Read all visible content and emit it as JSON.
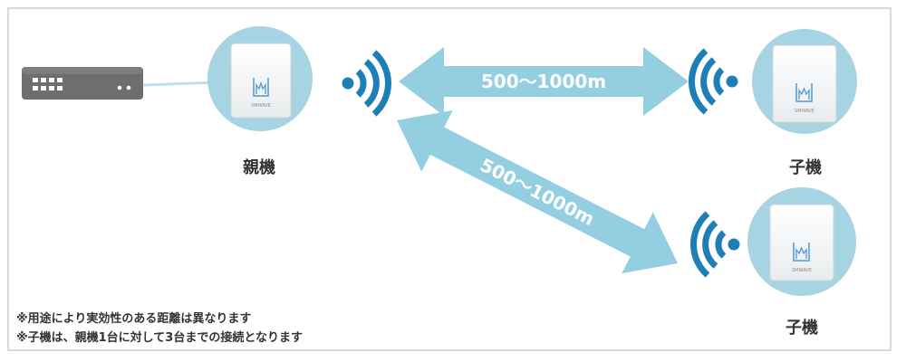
{
  "labels": {
    "parent": "親機",
    "child_top": "子機",
    "child_bottom": "子機"
  },
  "links": {
    "top_distance": "500～1000m",
    "diagonal_distance": "500～1000m"
  },
  "notes": [
    "※用途により実効性のある距離は異なります",
    "※子機は、親機1台に対して3台までの接続となります"
  ],
  "device_brand": "SMWAVE",
  "colors": {
    "circle": "#a6d4e3",
    "arrow": "#93cfe0",
    "wave": "#1d7fb5",
    "switch": "#6e6e6e",
    "text": "#333333"
  }
}
